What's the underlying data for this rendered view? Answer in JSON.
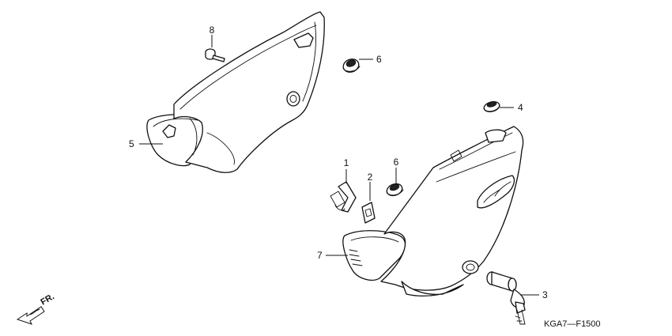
{
  "diagram": {
    "drawing_code": "KGA7—F1500",
    "front_indicator": "FR.",
    "callouts": [
      {
        "id": "c8a",
        "label": "8"
      },
      {
        "id": "c6a",
        "label": "6"
      },
      {
        "id": "c5",
        "label": "5"
      },
      {
        "id": "c4",
        "label": "4"
      },
      {
        "id": "c1",
        "label": "1"
      },
      {
        "id": "c2",
        "label": "2"
      },
      {
        "id": "c6b",
        "label": "6"
      },
      {
        "id": "c7",
        "label": "7"
      },
      {
        "id": "c3",
        "label": "3"
      }
    ]
  }
}
